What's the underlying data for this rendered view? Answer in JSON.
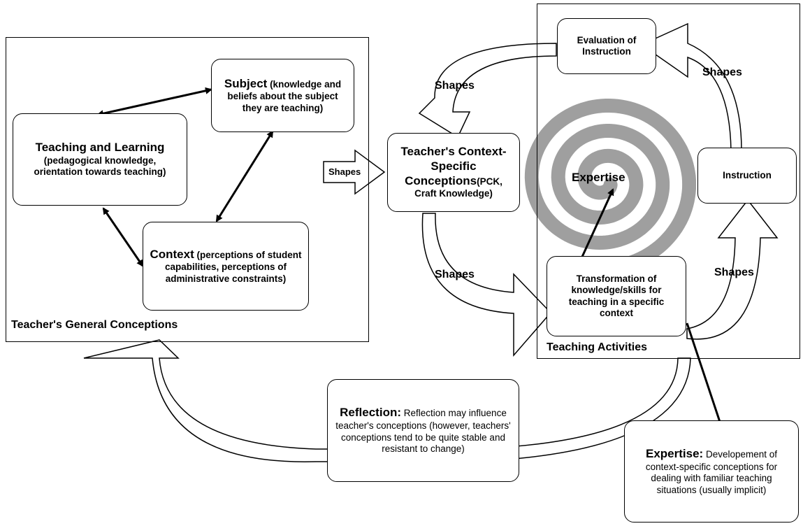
{
  "frames": {
    "general_title": "Teacher's General Conceptions",
    "activities_title": "Teaching Activities"
  },
  "nodes": {
    "subject": {
      "head": "Subject",
      "body": " (knowledge and beliefs about the subject they are teaching)"
    },
    "teaching_learning": {
      "head": "Teaching and Learning",
      "body": " (pedagogical knowledge, orientation towards teaching)"
    },
    "context": {
      "head": "Context",
      "body": " (perceptions of student capabilities, perceptions of administrative constraints)"
    },
    "context_specific": {
      "head": "Teacher's Context-Specific Conceptions",
      "body": "(PCK, Craft Knowledge)"
    },
    "evaluation": {
      "text": "Evaluation of Instruction"
    },
    "instruction": {
      "text": "Instruction"
    },
    "transformation": {
      "text": "Transformation of knowledge/skills for teaching in a specific context"
    },
    "expertise_center": {
      "text": "Expertise"
    },
    "reflection": {
      "head": "Reflection:",
      "body": " Reflection may influence teacher's conceptions (however, teachers' conceptions tend to be quite stable and resistant to change)"
    },
    "expertise_note": {
      "head": "Expertise:",
      "body": " Developement of context-specific conceptions for dealing with familiar teaching situations (usually implicit)"
    }
  },
  "arrows": {
    "shapes_into_context": "Shapes",
    "shapes_top_left": "Shapes",
    "shapes_top_right": "Shapes",
    "shapes_bottom_left": "Shapes",
    "shapes_bottom_right": "Shapes"
  },
  "colors": {
    "spiral": "#9a9a9a",
    "line": "#000000",
    "box_fill": "#ffffff"
  }
}
